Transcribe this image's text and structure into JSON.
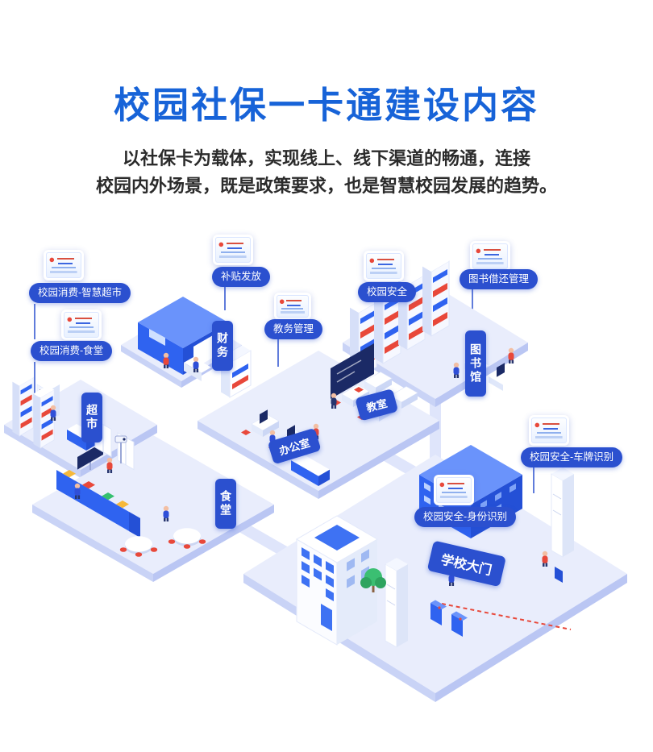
{
  "header": {
    "title": "校园社保一卡通建设内容",
    "desc_line1": "以社保卡为载体，实现线上、线下渠道的畅通，连接",
    "desc_line2": "校园内外场景，既是政策要求，也是智慧校园发展的趋势。"
  },
  "theme": {
    "title_color": "#1763d8",
    "badge_color": "#2b50cf",
    "accent_red": "#e8483a",
    "building_blue": "#2f63f0",
    "building_blue_dark": "#2450d6",
    "platform_light": "#e9edfc"
  },
  "icons": {
    "card": "social-security-card-icon"
  },
  "scene": {
    "callouts": [
      {
        "text": "校园消费-智慧超市"
      },
      {
        "text": "校园消费-食堂"
      },
      {
        "text": "补贴发放"
      },
      {
        "text": "教务管理"
      },
      {
        "text": "校园安全"
      },
      {
        "text": "图书借还管理"
      },
      {
        "text": "校园安全-车牌识别"
      },
      {
        "text": "校园安全-身份识别"
      }
    ],
    "area_labels": [
      {
        "text": "财务"
      },
      {
        "text": "超市"
      },
      {
        "text": "办公室"
      },
      {
        "text": "教室"
      },
      {
        "text": "图书馆"
      },
      {
        "text": "食堂"
      },
      {
        "text": "学校大门"
      }
    ]
  }
}
